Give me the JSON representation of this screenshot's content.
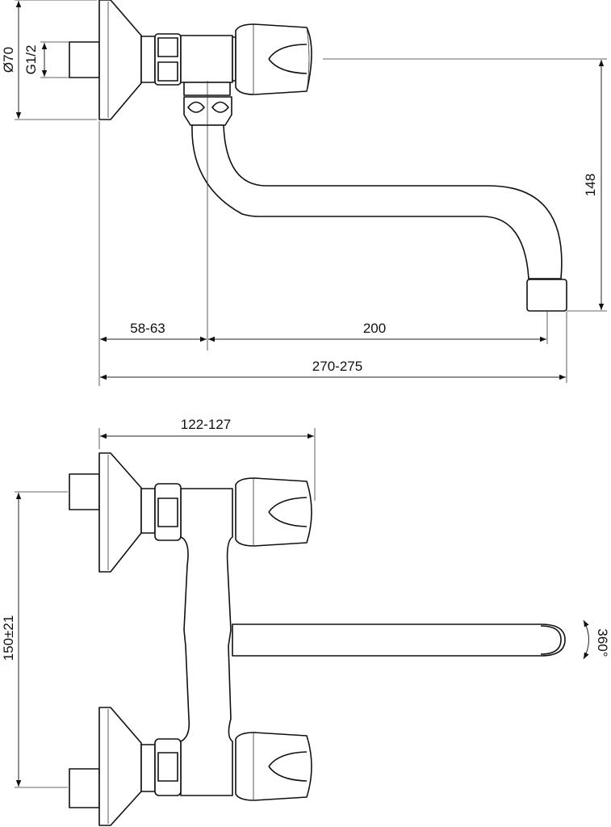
{
  "title": "Wall-mounted faucet dimension drawing",
  "side_view": {
    "dimensions": {
      "flange_diameter": "Ø70",
      "thread": "G1/2",
      "spout_height": "148",
      "wall_to_axis": "58-63",
      "spout_reach": "200",
      "total_depth": "270-275"
    }
  },
  "top_view": {
    "dimensions": {
      "handle_depth": "122-127",
      "inlet_spacing": "150±21",
      "spout_rotation": "360°"
    }
  }
}
